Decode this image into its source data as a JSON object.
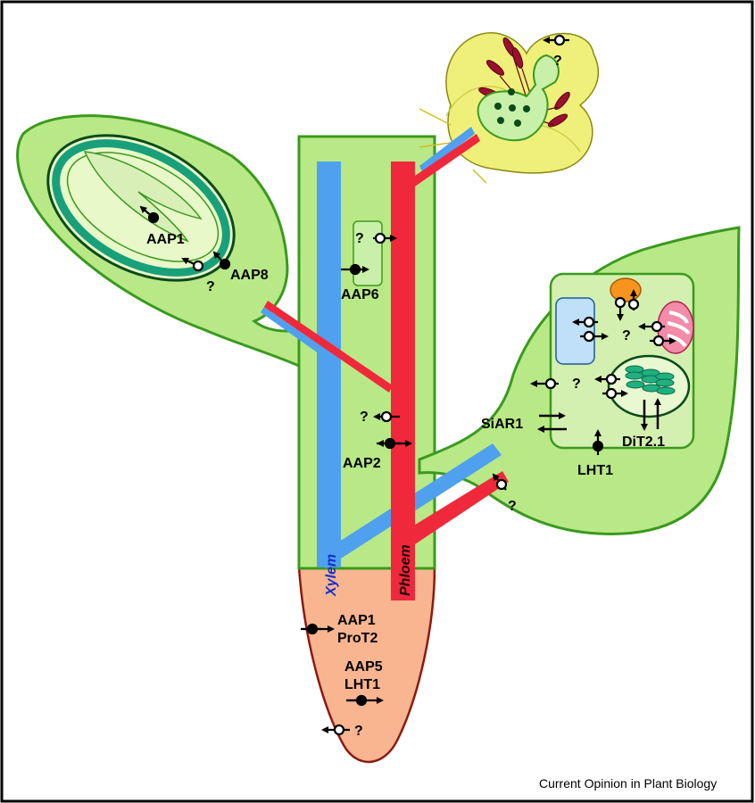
{
  "colors": {
    "background": "#ffffff",
    "frame": "#000000",
    "tissue_green": "#b8e986",
    "outline_green": "#3a9a1e",
    "xylem": "#4fa0ee",
    "phloem": "#f0283c",
    "root": "#f8b590",
    "root_outline": "#8b1a10",
    "flower": "#eef07a",
    "pistil": "#c8f0a8",
    "seed_ring": "#18a07a",
    "seed_inner": "#e8f8c8",
    "vacuole": "#bfe0f8",
    "peroxisome": "#f7941d",
    "mitochondrion": "#f38ca8",
    "chloroplast_grana": "#20b080"
  },
  "labels": {
    "seed_aap1": "AAP1",
    "seed_aap8": "AAP8",
    "stem_aap6": "AAP6",
    "stem_aap2": "AAP2",
    "leaf_siar1": "SiAR1",
    "leaf_dit": "DiT2.1",
    "leaf_lht1": "LHT1",
    "root_aap1": "AAP1",
    "root_prot2": "ProT2",
    "root_aap5": "AAP5",
    "root_lht1": "LHT1",
    "xylem": "Xylem",
    "phloem": "Phloem",
    "unknown": "?"
  },
  "credit": "Current Opinion in Plant Biology"
}
